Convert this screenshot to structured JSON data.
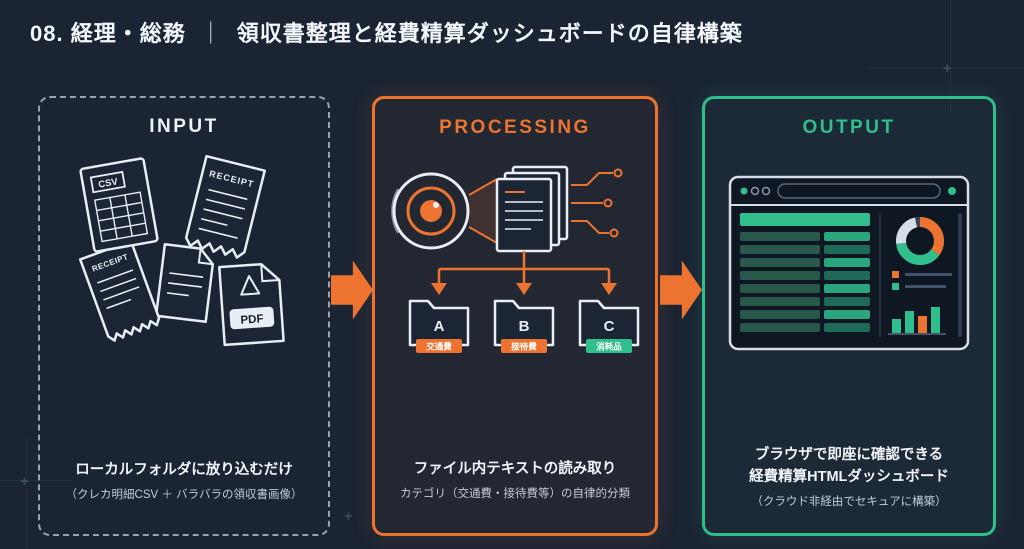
{
  "colors": {
    "background": "#1b2433",
    "orange": "#ed7430",
    "green": "#2fbe8c",
    "text": "#f2f5f9"
  },
  "header": {
    "number": "08.",
    "section": "経理・総務",
    "divider": "｜",
    "subtitle": "領収書整理と経費精算ダッシュボードの自律構築"
  },
  "input_panel": {
    "label": "INPUT",
    "doc_badges": {
      "csv": "CSV",
      "receipt": "RECEIPT",
      "pdf": "PDF"
    },
    "caption_line1": "ローカルフォルダに放り込むだけ",
    "caption_line2": "（クレカ明細CSV ＋ バラバラの領収書画像）"
  },
  "processing_panel": {
    "label": "PROCESSING",
    "folders": [
      {
        "letter": "A",
        "tag": "交通費"
      },
      {
        "letter": "B",
        "tag": "接待費"
      },
      {
        "letter": "C",
        "tag": "消耗品"
      }
    ],
    "caption_line1": "ファイル内テキストの読み取り",
    "caption_line2": "カテゴリ（交通費・接待費等）の自律的分類"
  },
  "output_panel": {
    "label": "OUTPUT",
    "caption_line1": "ブラウザで即座に確認できる",
    "caption_line2": "経費精算HTMLダッシュボード",
    "caption_line3": "（クラウド非経由でセキュアに構築）"
  }
}
